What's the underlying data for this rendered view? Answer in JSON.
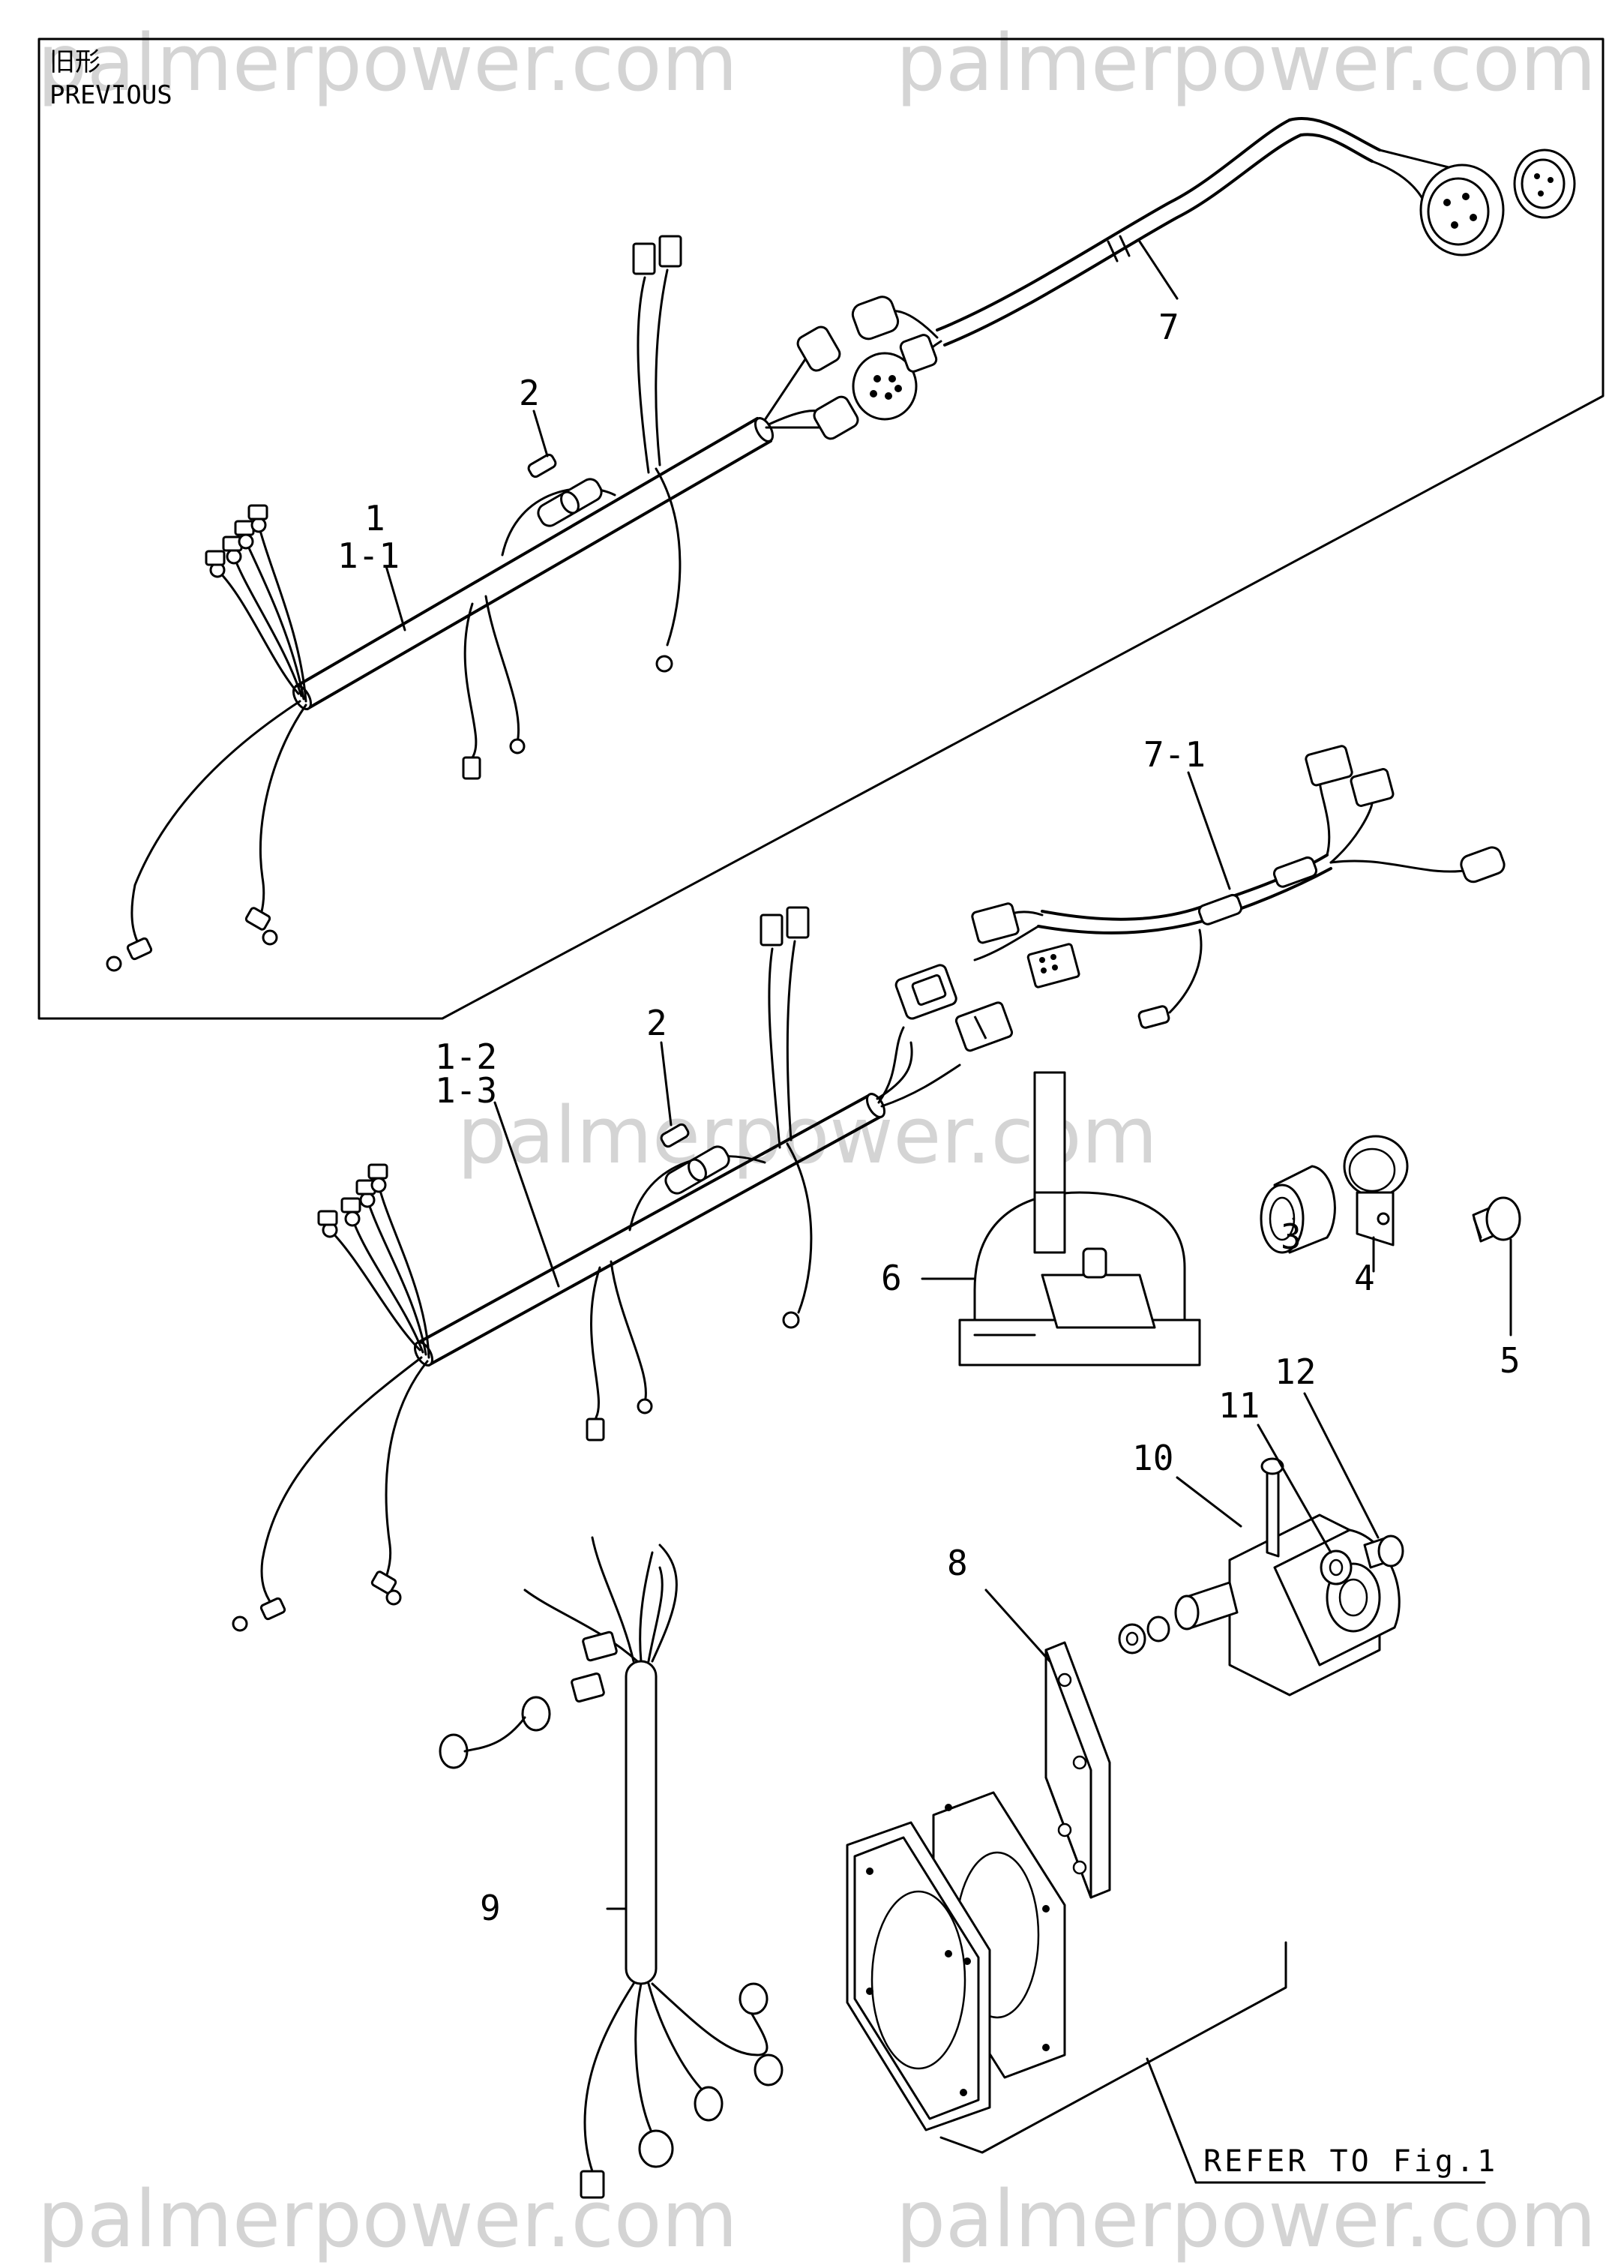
{
  "watermark": "palmerpower.com",
  "previous_box": {
    "jp_label": "旧形",
    "en_label": "PREVIOUS"
  },
  "callouts": {
    "c1": "1",
    "c1_1": "1-1",
    "c2_top": "2",
    "c7": "7",
    "c7_1": "7-1",
    "c2_mid": "2",
    "c1_2": "1-2",
    "c1_3": "1-3",
    "c3": "3",
    "c4": "4",
    "c5": "5",
    "c6": "6",
    "c8": "8",
    "c9": "9",
    "c10": "10",
    "c11": "11",
    "c12": "12"
  },
  "refer_note": "REFER TO Fig.1"
}
